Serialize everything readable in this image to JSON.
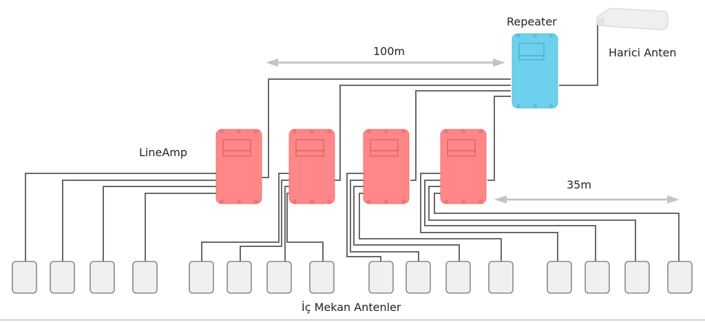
{
  "labels": {
    "repeater": "Repeater",
    "external_antenna": "Harici Anten",
    "lineamp": "LineAmp",
    "indoor_antennas": "İç Mekan Antenler",
    "distance_main": "100m",
    "distance_branch": "35m"
  },
  "colors": {
    "repeater": "#6dd0ec",
    "lineamp": "#ff8787",
    "antenna_fill": "#f0f0f0",
    "wire": "#666666",
    "dimension": "#c4c4c4"
  },
  "topology": {
    "repeater_count": 1,
    "lineamp_count": 4,
    "indoor_antenna_count": 16,
    "antennas_per_lineamp": 4
  }
}
